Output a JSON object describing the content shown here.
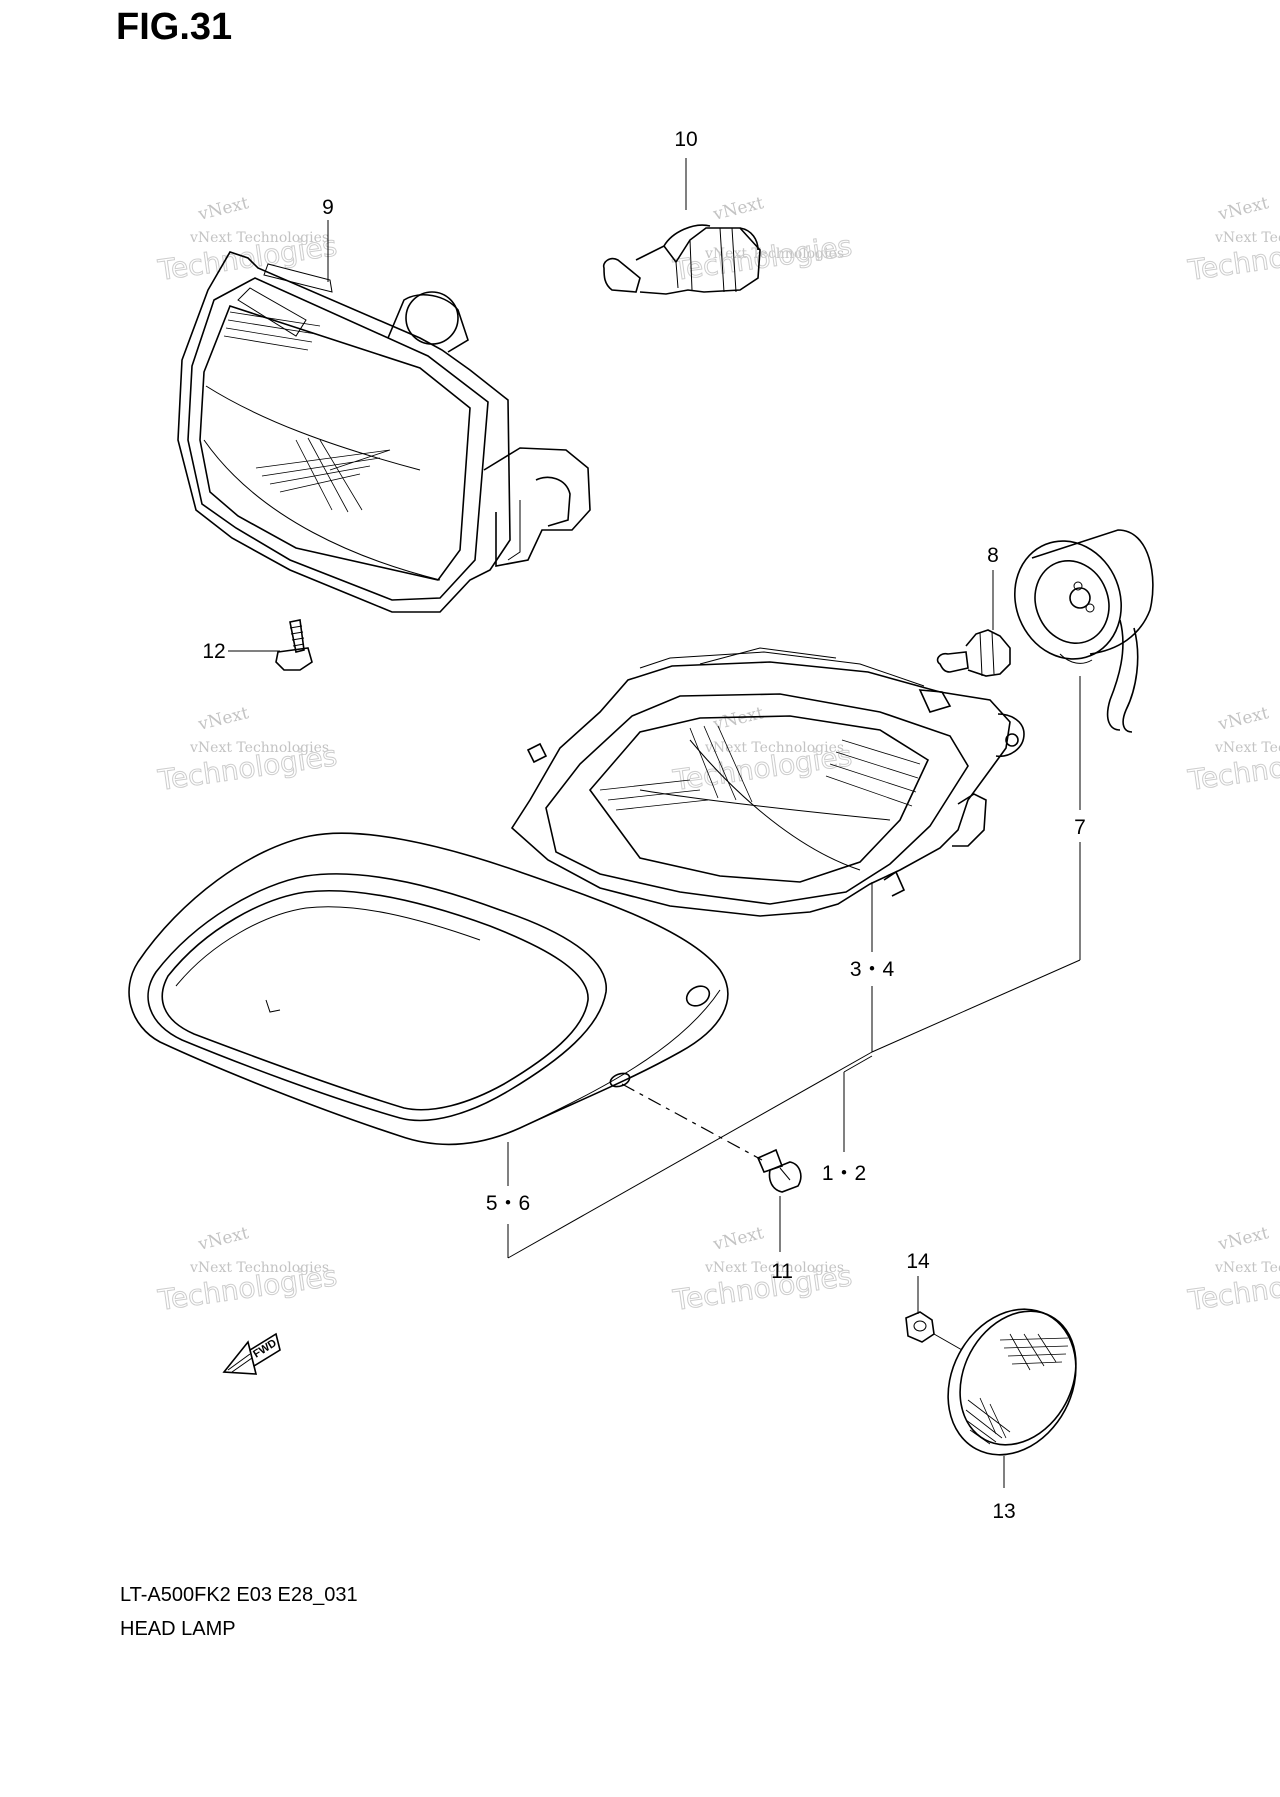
{
  "figure": {
    "title": "FIG.31"
  },
  "caption": {
    "code": "LT-A500FK2 E03 E28_031",
    "name": "HEAD LAMP"
  },
  "callouts": {
    "p1_2": "1・2",
    "p3_4": "3・4",
    "p5_6": "5・6",
    "p7": "7",
    "p8": "8",
    "p9": "9",
    "p10": "10",
    "p11": "11",
    "p12": "12",
    "p13": "13",
    "p14": "14"
  },
  "fwd_label": "FWD",
  "watermark": {
    "small": "vNext Technologies",
    "top": "vNext",
    "bottom": "Technologies"
  }
}
